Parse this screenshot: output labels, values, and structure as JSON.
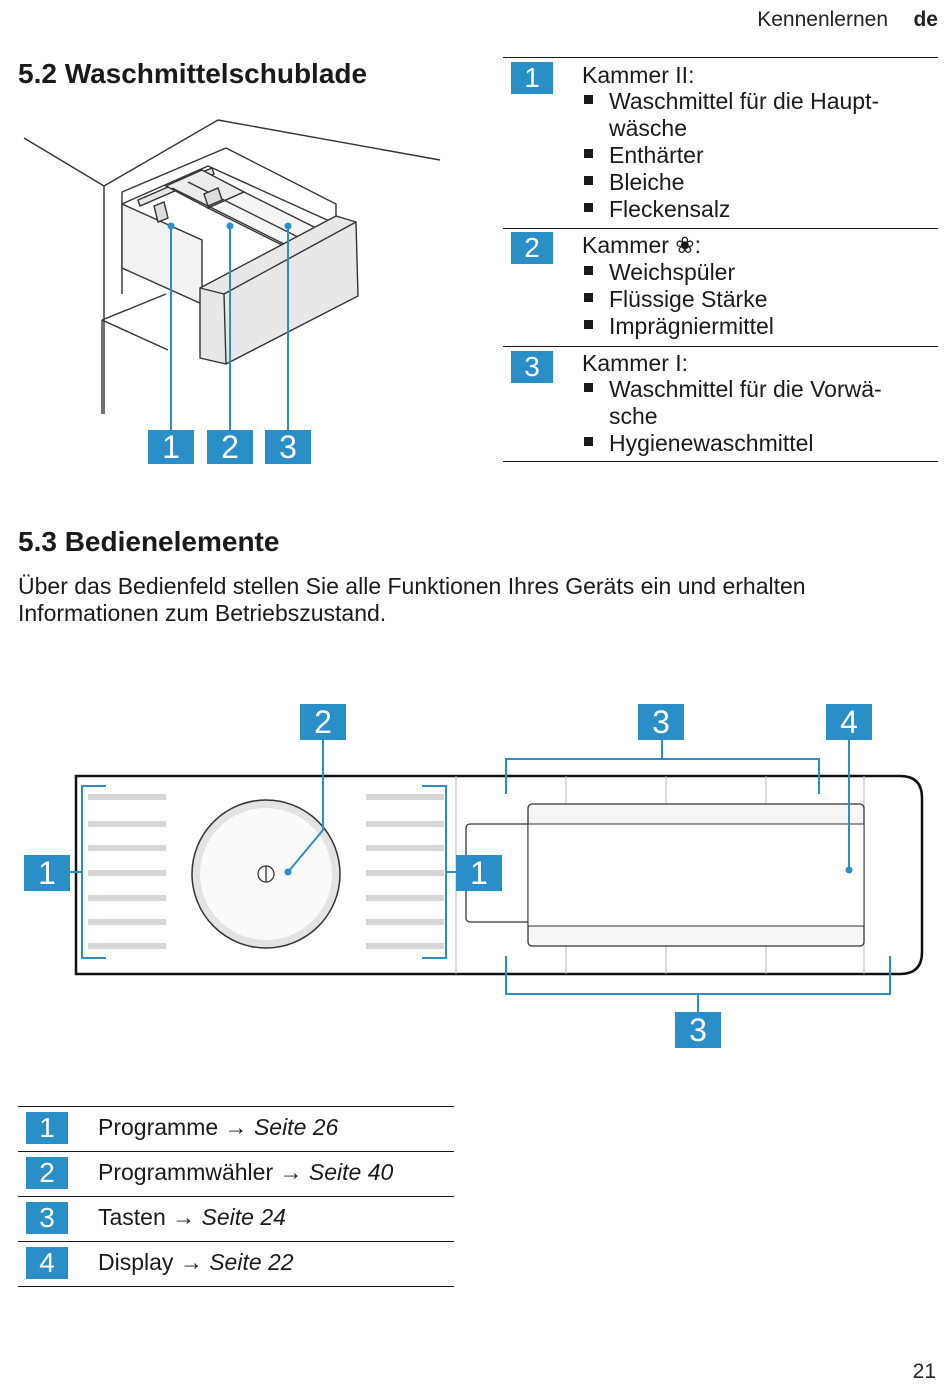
{
  "header": {
    "section": "Kennenlernen",
    "lang": "de"
  },
  "section52": {
    "title": "5.2  Waschmittelschublade",
    "drawer_callouts": [
      "1",
      "2",
      "3"
    ],
    "chambers": [
      {
        "num": "1",
        "title": "Kammer II:",
        "items": [
          "Waschmittel für die Haupt-wäsche",
          "Enthärter",
          "Bleiche",
          "Fleckensalz"
        ]
      },
      {
        "num": "2",
        "title": "Kammer ❀:",
        "items": [
          "Weichspüler",
          "Flüssige Stärke",
          "Imprägniermittel"
        ]
      },
      {
        "num": "3",
        "title": "Kammer I:",
        "items": [
          "Waschmittel für die Vorwä-sche",
          "Hygienewaschmittel"
        ]
      }
    ]
  },
  "section53": {
    "title": "5.3  Bedienelemente",
    "intro": "Über das Bedienfeld stellen Sie alle Funktionen Ihres Geräts ein und erhalten Informationen zum Betriebszustand.",
    "panel_callouts": {
      "c1_left": "1",
      "c1_right": "1",
      "c2": "2",
      "c3_top": "3",
      "c3_bottom": "3",
      "c4": "4"
    },
    "legend": [
      {
        "num": "1",
        "label": "Programme",
        "arrow": "→",
        "ref": "Seite 26"
      },
      {
        "num": "2",
        "label": "Programmwähler",
        "arrow": "→",
        "ref": "Seite 40"
      },
      {
        "num": "3",
        "label": "Tasten",
        "arrow": "→",
        "ref": "Seite 24"
      },
      {
        "num": "4",
        "label": "Display",
        "arrow": "→",
        "ref": "Seite 22"
      }
    ]
  },
  "footer": {
    "page_number": "21"
  },
  "colors": {
    "accent": "#2a8fc7",
    "text": "#1a1a1a",
    "line": "#333333"
  }
}
